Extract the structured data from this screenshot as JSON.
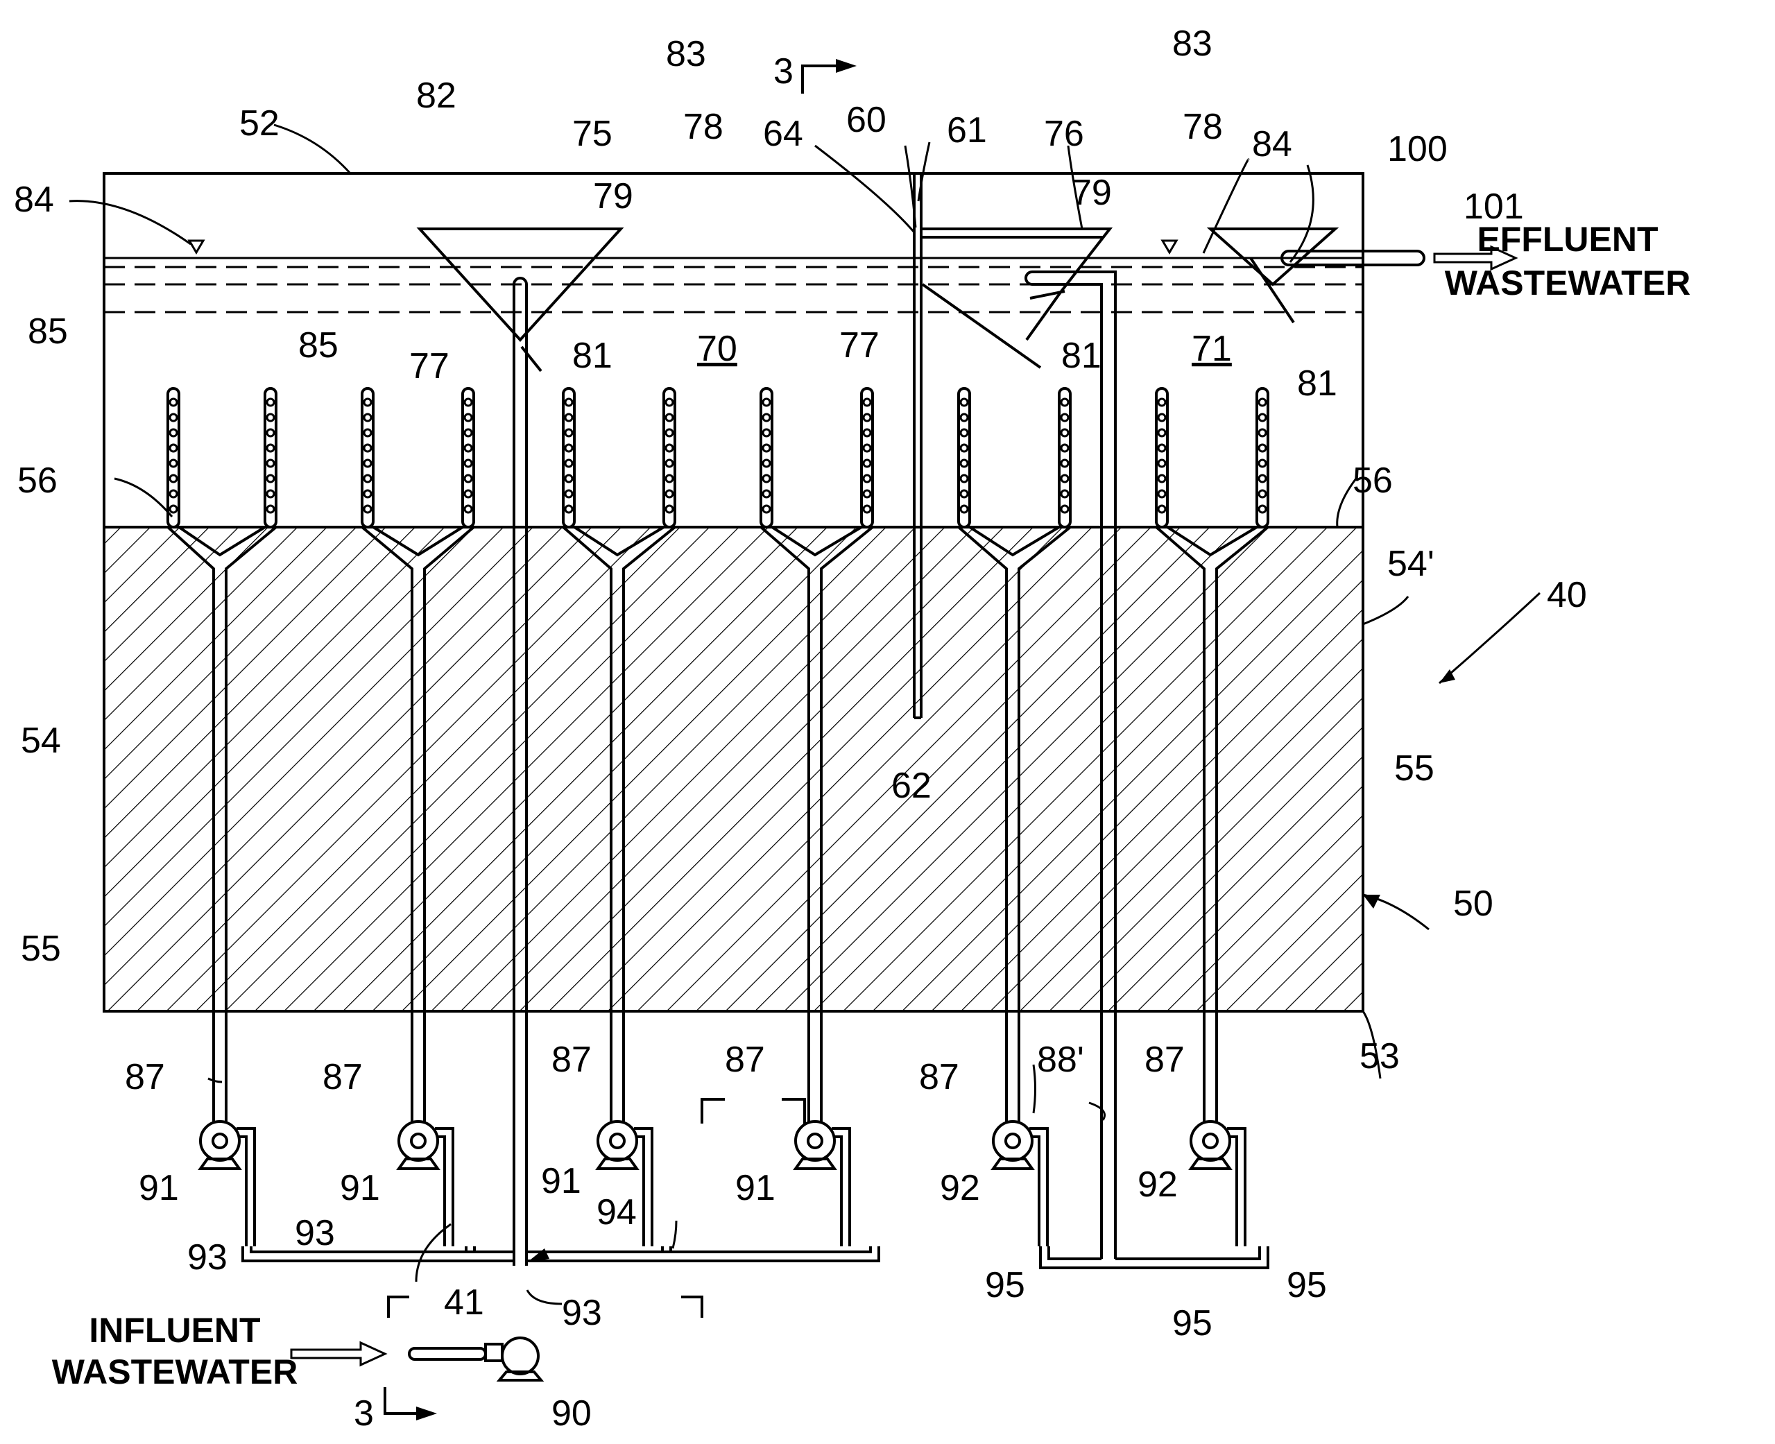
{
  "ref_numbers": {
    "system": "40",
    "influent_line": "41",
    "reactor": "50",
    "top": "52",
    "bottom": "53",
    "left_wall": "54",
    "right_wall": "54'",
    "media": "55",
    "media_surface": "56",
    "baffle": "60",
    "baffle_top": "61",
    "baffle_bottom": "62",
    "baffle_edge": "64",
    "zone_first": "70",
    "zone_second": "71",
    "separator_first": "75",
    "separator_second": "76",
    "separator_wall": "77",
    "separator_lip": "78",
    "separator_space": "79",
    "separator_outlet": "81",
    "separator_rim": "82",
    "separator_flange": "83",
    "water_level": "84",
    "diffuser": "85",
    "riser": "87",
    "recycle_riser": "88'",
    "influent_pump": "90",
    "pump_first": "91",
    "pump_second": "92",
    "header_first": "93",
    "junction": "94",
    "header_second": "95",
    "effluent_trough": "100",
    "effluent_pipe": "101",
    "section_mark": "3"
  },
  "captions": {
    "effluent_line1": "EFFLUENT",
    "effluent_line2": "WASTEWATER",
    "influent_line1": "INFLUENT",
    "influent_line2": "WASTEWATER"
  }
}
